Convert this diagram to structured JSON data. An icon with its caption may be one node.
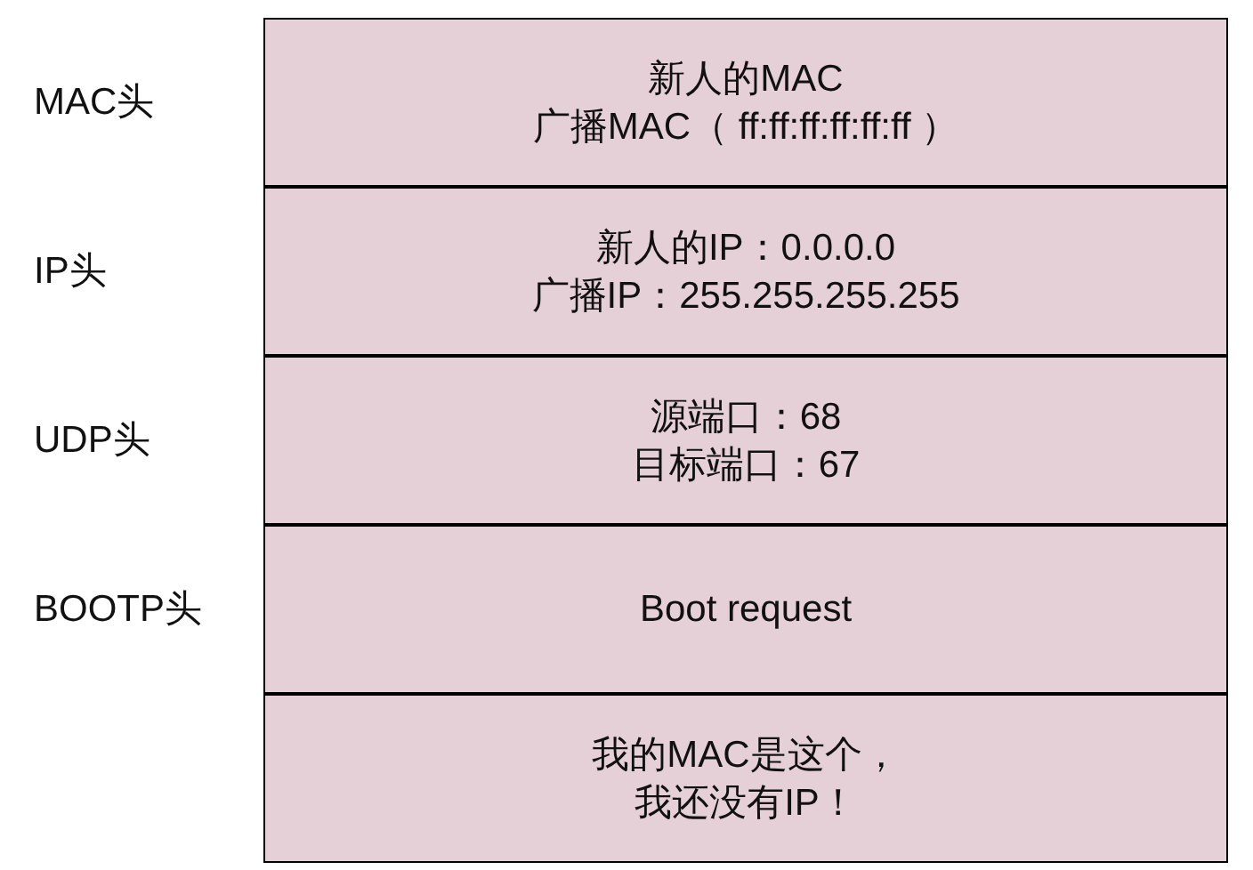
{
  "diagram": {
    "nodes": [
      {
        "text": [
          "新人的MAC",
          "广播MAC（ ff:ff:ff:ff:ff:ff ）"
        ]
      },
      {
        "text": [
          "新人的IP：0.0.0.0",
          "广播IP：255.255.255.255"
        ]
      },
      {
        "text": [
          "源端口：68",
          "目标端口：67"
        ]
      },
      {
        "text": [
          "Boot request"
        ]
      },
      {
        "text": [
          "我的MAC是这个，",
          "我还没有IP！"
        ]
      }
    ],
    "labels": [
      "MAC头",
      "IP头",
      "UDP头",
      "BOOTP头"
    ]
  }
}
